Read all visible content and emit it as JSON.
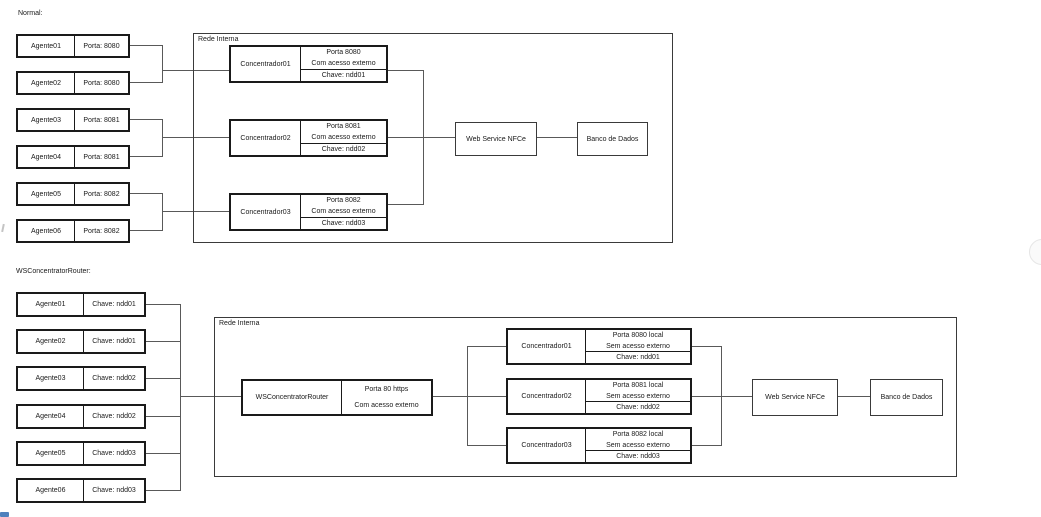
{
  "colors": {
    "background": "#ffffff",
    "thick_box_border": "#1a1a1a",
    "thin_box_border": "#3a3a3a",
    "connector_line": "#595959",
    "text": "#1a1a1a",
    "artifact_blue": "#4f81bd"
  },
  "diagrams": {
    "normal": {
      "label": "Normal:",
      "network_label": "Rede Interna",
      "agents": [
        {
          "name": "Agente01",
          "value": "Porta: 8080"
        },
        {
          "name": "Agente02",
          "value": "Porta: 8080"
        },
        {
          "name": "Agente03",
          "value": "Porta: 8081"
        },
        {
          "name": "Agente04",
          "value": "Porta: 8081"
        },
        {
          "name": "Agente05",
          "value": "Porta: 8082"
        },
        {
          "name": "Agente06",
          "value": "Porta: 8082"
        }
      ],
      "concentrators": [
        {
          "name": "Concentrador01",
          "port": "Porta 8080",
          "access": "Com acesso externo",
          "key": "Chave: ndd01"
        },
        {
          "name": "Concentrador02",
          "port": "Porta 8081",
          "access": "Com acesso externo",
          "key": "Chave: ndd02"
        },
        {
          "name": "Concentrador03",
          "port": "Porta 8082",
          "access": "Com acesso externo",
          "key": "Chave: ndd03"
        }
      ],
      "web_service": "Web Service NFCe",
      "database": "Banco de Dados"
    },
    "router": {
      "label": "WSConcentratorRouter:",
      "network_label": "Rede Interna",
      "agents": [
        {
          "name": "Agente01",
          "value": "Chave: ndd01"
        },
        {
          "name": "Agente02",
          "value": "Chave: ndd01"
        },
        {
          "name": "Agente03",
          "value": "Chave: ndd02"
        },
        {
          "name": "Agente04",
          "value": "Chave: ndd02"
        },
        {
          "name": "Agente05",
          "value": "Chave: ndd03"
        },
        {
          "name": "Agente06",
          "value": "Chave: ndd03"
        }
      ],
      "router_box": {
        "name": "WSConcentratorRouter",
        "port": "Porta 80 https",
        "access": "Com acesso externo"
      },
      "concentrators": [
        {
          "name": "Concentrador01",
          "port": "Porta 8080 local",
          "access": "Sem acesso externo",
          "key": "Chave: ndd01"
        },
        {
          "name": "Concentrador02",
          "port": "Porta 8081 local",
          "access": "Sem acesso externo",
          "key": "Chave: ndd02"
        },
        {
          "name": "Concentrador03",
          "port": "Porta 8082 local",
          "access": "Sem acesso externo",
          "key": "Chave: ndd03"
        }
      ],
      "web_service": "Web Service NFCe",
      "database": "Banco de Dados"
    }
  }
}
